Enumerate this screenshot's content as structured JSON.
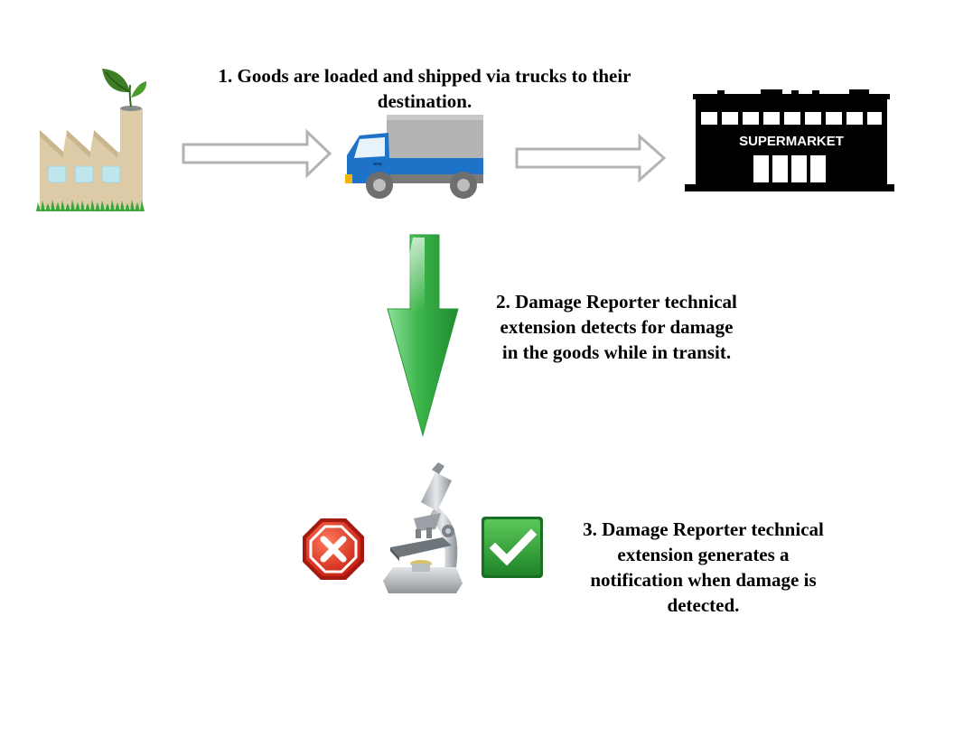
{
  "steps": [
    {
      "id": "1",
      "lines": [
        "1. Goods are loaded and shipped via trucks to their",
        "destination."
      ]
    },
    {
      "id": "2",
      "lines": [
        "2. Damage Reporter technical",
        "extension detects for damage",
        "in the goods while in transit."
      ]
    },
    {
      "id": "3",
      "lines": [
        "3. Damage Reporter technical",
        "extension generates a",
        "notification when damage is",
        "detected."
      ]
    }
  ],
  "store_sign": "SUPERMARKET",
  "icons": {
    "factory": "factory-icon",
    "truck": "truck-icon",
    "store": "supermarket-icon",
    "down_arrow": "down-arrow-icon",
    "microscope": "microscope-icon",
    "reject": "red-x-icon",
    "approve": "green-check-icon"
  },
  "colors": {
    "flow_arrow_outline": "#b3b3b3",
    "down_arrow_green": "#3cb54a",
    "truck_blue": "#1e73c8",
    "truck_cargo": "#b4b4b4",
    "factory_beige": "#dccba6",
    "store_black": "#000000",
    "reject_red": "#e03322",
    "approve_green": "#2f9a36"
  }
}
